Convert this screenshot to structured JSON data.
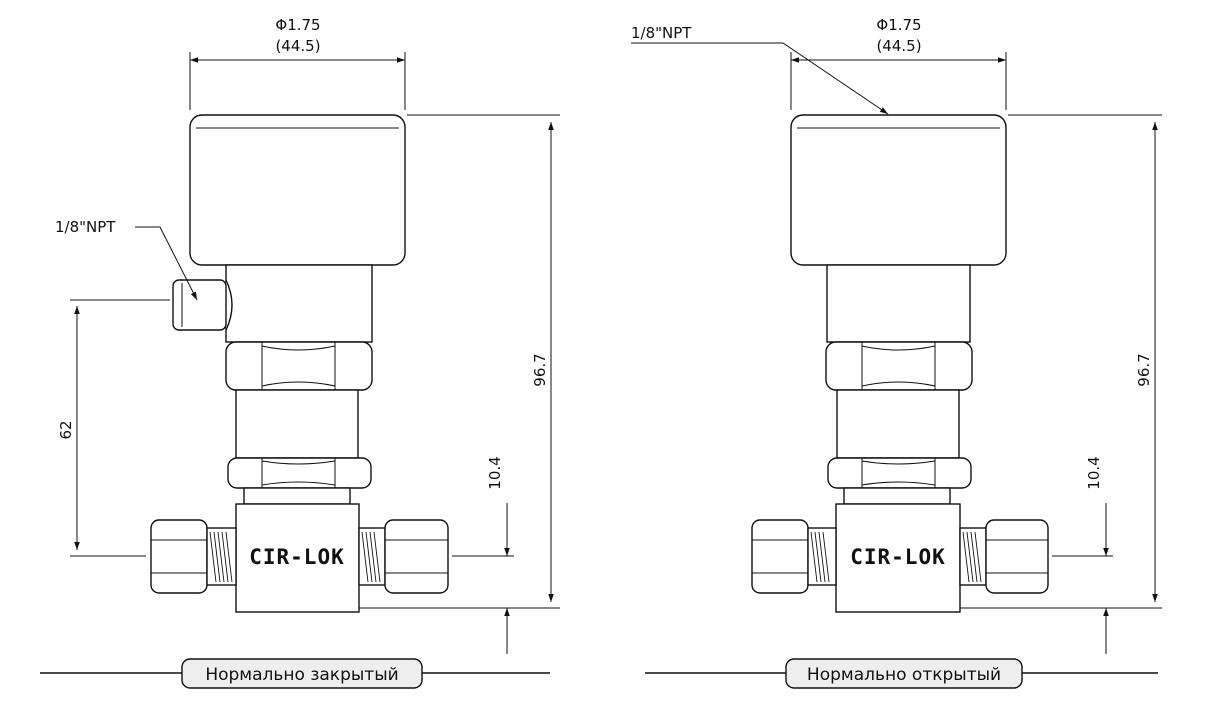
{
  "left": {
    "diameter_label": "Φ1.75",
    "diameter_mm": "(44.5)",
    "port_label": "1/8\"NPT",
    "height_total": "96.7",
    "height_port": "62",
    "height_center": "10.4",
    "brand": "CIR-LOK",
    "caption": "Нормально закрытый"
  },
  "right": {
    "diameter_label": "Φ1.75",
    "diameter_mm": "(44.5)",
    "port_label": "1/8\"NPT",
    "height_total": "96.7",
    "height_center": "10.4",
    "brand": "CIR-LOK",
    "caption": "Нормально открытый"
  }
}
